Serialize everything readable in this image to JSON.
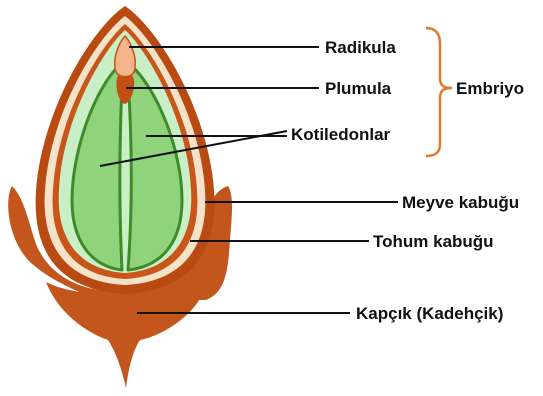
{
  "labels": {
    "radikula": "Radikula",
    "plumula": "Plumula",
    "kotiledonlar": "Kotiledonlar",
    "embriyo": "Embriyo",
    "meyve_kabugu": "Meyve kabuğu",
    "tohum_kabugu": "Tohum kabuğu",
    "kapcik": "Kapçık (Kadehçik)"
  },
  "colors": {
    "fruit_wall": "#b84a12",
    "seed_coat_band": "#f4e3c8",
    "inner_coat": "#c8561a",
    "endosperm": "#c9efc6",
    "cotyledon_fill": "#8fd47a",
    "cotyledon_edge": "#3f8a2a",
    "radicle": "#f3b48c",
    "plumule": "#c24f13",
    "calyx": "#c2561c",
    "bracket": "#e07a2e",
    "leader_lines": "#111111"
  }
}
